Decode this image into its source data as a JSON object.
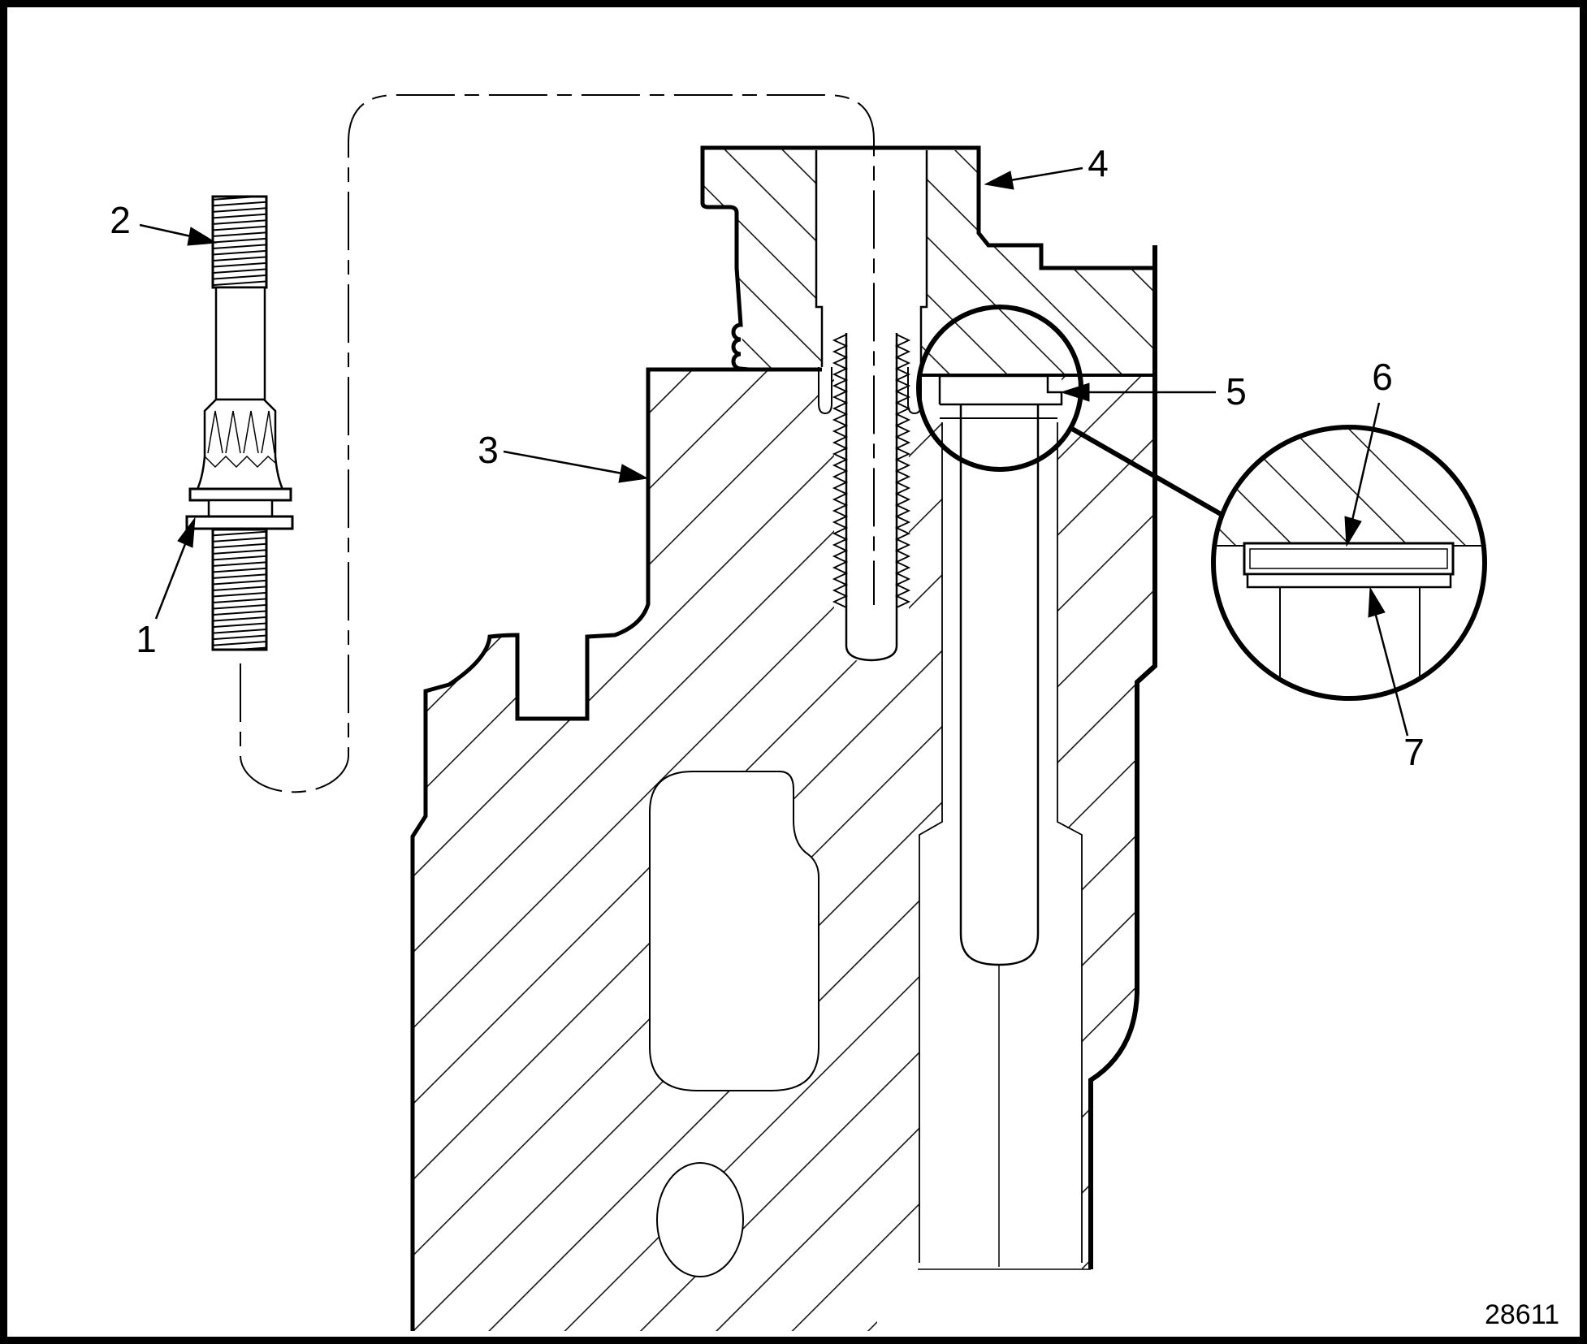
{
  "figure": {
    "title_hint": "sectional line illustration with numbered callouts",
    "figure_number": "28611",
    "callouts": [
      {
        "id": "1",
        "text": "1"
      },
      {
        "id": "2",
        "text": "2"
      },
      {
        "id": "3",
        "text": "3"
      },
      {
        "id": "4",
        "text": "4"
      },
      {
        "id": "5",
        "text": "5"
      },
      {
        "id": "6",
        "text": "6"
      },
      {
        "id": "7",
        "text": "7"
      }
    ],
    "colors": {
      "line": "#000000",
      "background": "#ffffff"
    }
  }
}
